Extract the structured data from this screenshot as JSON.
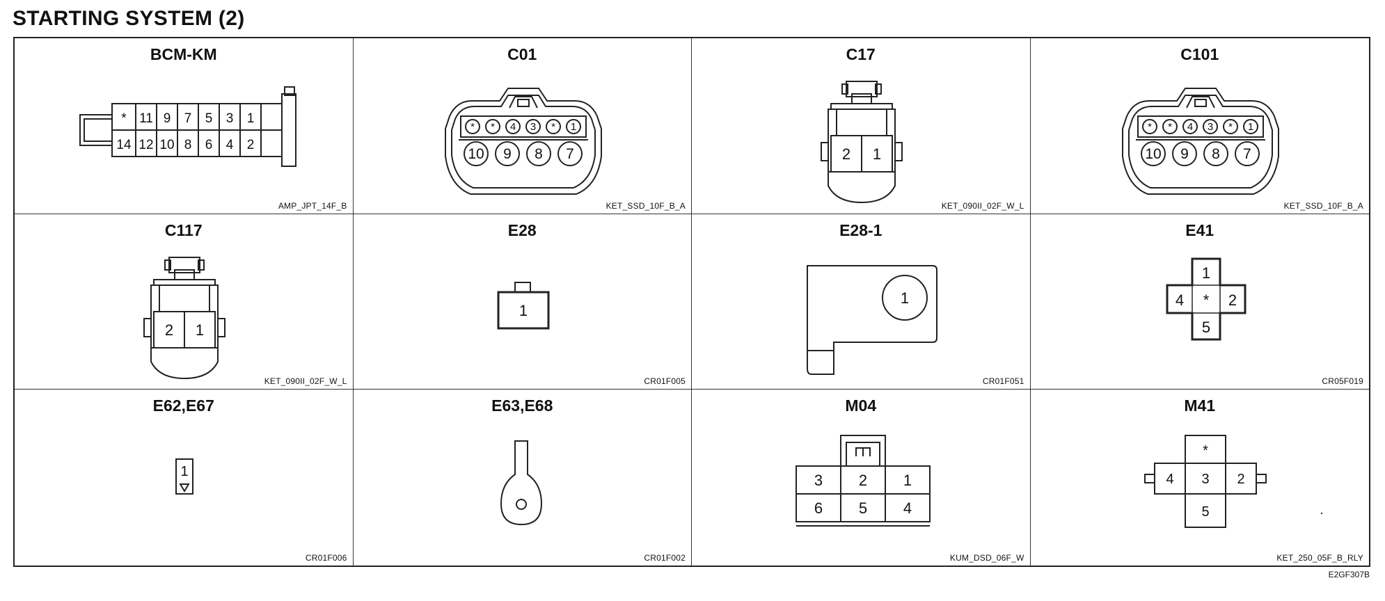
{
  "page": {
    "title": "STARTING SYSTEM (2)",
    "reference": "E2GF307B"
  },
  "connectors": [
    {
      "name": "BCM-KM",
      "code": "AMP_JPT_14F_B",
      "pins_top": [
        "*",
        "11",
        "9",
        "7",
        "5",
        "3",
        "1"
      ],
      "pins_bottom": [
        "14",
        "12",
        "10",
        "8",
        "6",
        "4",
        "2"
      ]
    },
    {
      "name": "C01",
      "code": "KET_SSD_10F_B_A",
      "pins_top": [
        "*",
        "*",
        "4",
        "3",
        "*",
        "1"
      ],
      "pins_bottom": [
        "10",
        "9",
        "8",
        "7"
      ]
    },
    {
      "name": "C17",
      "code": "KET_090II_02F_W_L",
      "pins": [
        "2",
        "1"
      ]
    },
    {
      "name": "C101",
      "code": "KET_SSD_10F_B_A",
      "pins_top": [
        "*",
        "*",
        "4",
        "3",
        "*",
        "1"
      ],
      "pins_bottom": [
        "10",
        "9",
        "8",
        "7"
      ]
    },
    {
      "name": "C117",
      "code": "KET_090II_02F_W_L",
      "pins": [
        "2",
        "1"
      ]
    },
    {
      "name": "E28",
      "code": "CR01F005",
      "pins": [
        "1"
      ]
    },
    {
      "name": "E28-1",
      "code": "CR01F051",
      "pins": [
        "1"
      ]
    },
    {
      "name": "E41",
      "code": "CR05F019",
      "pins": [
        "1",
        "4",
        "*",
        "2",
        "5"
      ]
    },
    {
      "name": "E62,E67",
      "code": "CR01F006",
      "pins": [
        "1"
      ]
    },
    {
      "name": "E63,E68",
      "code": "CR01F002",
      "pins": []
    },
    {
      "name": "M04",
      "code": "KUM_DSD_06F_W",
      "pins_top": [
        "3",
        "2",
        "1"
      ],
      "pins_bottom": [
        "6",
        "5",
        "4"
      ]
    },
    {
      "name": "M41",
      "code": "KET_250_05F_B_RLY",
      "pins": [
        "*",
        "4",
        "3",
        "2",
        "5"
      ]
    }
  ]
}
